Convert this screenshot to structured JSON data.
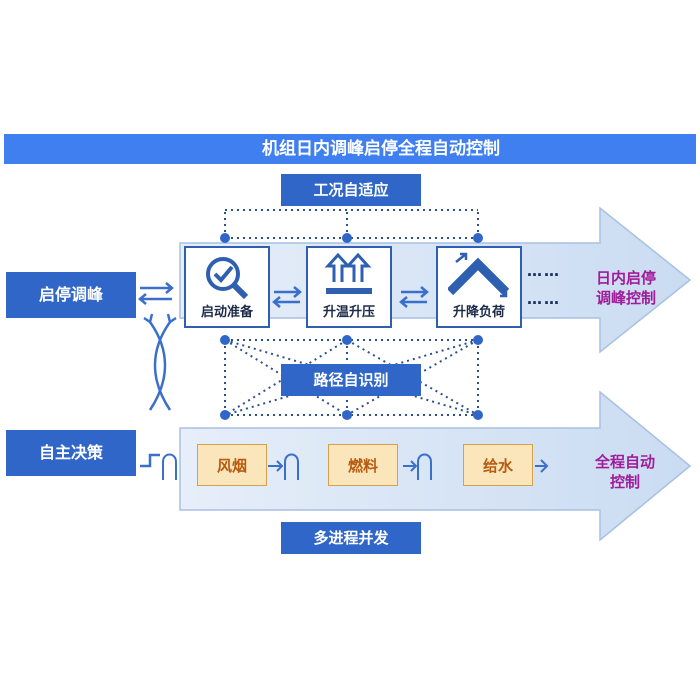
{
  "title": "机组日内调峰启停全程自动控制",
  "top_box": "工况自适应",
  "middle_box": "路径自识别",
  "bottom_box": "多进程并发",
  "left_boxes": {
    "top": "启停调峰",
    "bottom": "自主决策"
  },
  "stages": [
    {
      "label": "启动准备",
      "icon": "magnifier-check-icon"
    },
    {
      "label": "升温升压",
      "icon": "up-arrows-plate-icon"
    },
    {
      "label": "升降负荷",
      "icon": "up-down-ramp-icon"
    }
  ],
  "processes": [
    "风烟",
    "燃料",
    "给水"
  ],
  "top_arrow_text": [
    "日内启停",
    "调峰控制"
  ],
  "bottom_arrow_text": [
    "全程自动",
    "控制"
  ],
  "ellipsis": "……",
  "colors": {
    "title_bar": "#3f7ff0",
    "box": "#2f66c8",
    "arrow_fill": "#dce8f6",
    "accent_text": "#a01c9a",
    "yellow_fill": "#fbe6bb"
  }
}
